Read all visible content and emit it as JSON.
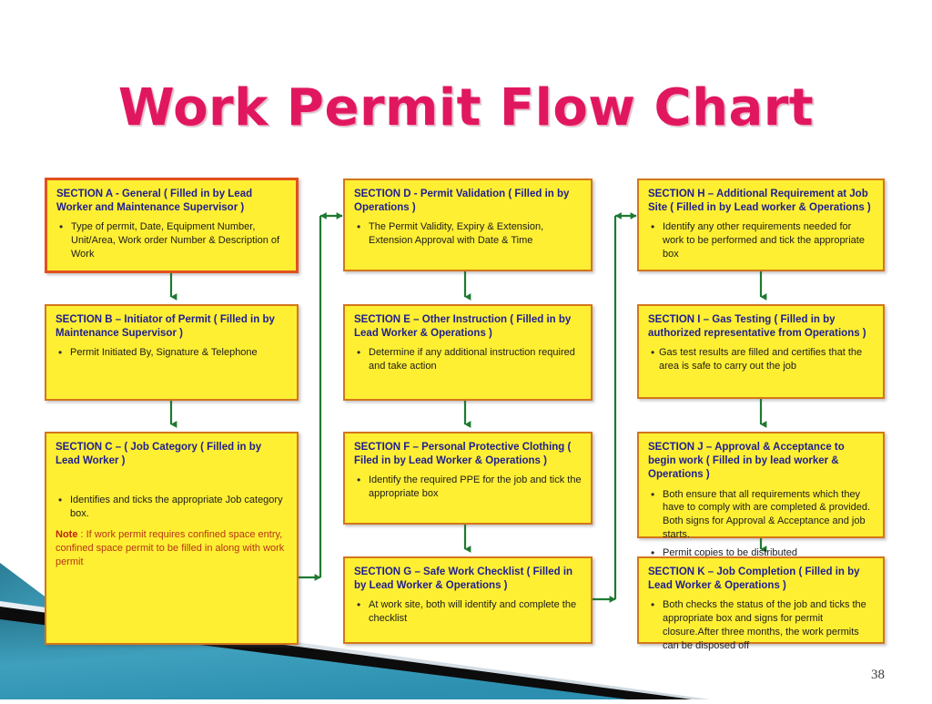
{
  "page": {
    "title": "Work Permit Flow Chart",
    "title_color": "#e0175f",
    "slide_number": "38",
    "box_fill_color": "#FFEF33",
    "box_border_color": "#D4761A",
    "heading_color": "#1F1F8F",
    "note_color": "#B5341A",
    "connector_color": "#1E7A32"
  },
  "chart_data": {
    "type": "diagram",
    "title": "Work Permit Flow Chart",
    "columns": 3,
    "nodes": [
      {
        "id": "A",
        "title": "SECTION A  -  General  ( Filled in by Lead Worker and Maintenance Supervisor )",
        "bullets": [
          "Type of permit, Date, Equipment  Number, Unit/Area, Work order Number & Description of Work"
        ],
        "note": null,
        "column": 1,
        "row": 1
      },
      {
        "id": "B",
        "title": "SECTION B – Initiator of Permit ( Filled in by Maintenance Supervisor )",
        "bullets": [
          "Permit Initiated By, Signature & Telephone"
        ],
        "note": null,
        "column": 1,
        "row": 2
      },
      {
        "id": "C",
        "title": "SECTION C – ( Job Category ( Filled in by Lead Worker )",
        "bullets": [
          "Identifies and ticks the appropriate Job category box."
        ],
        "note": {
          "label": "Note",
          "text": " : If work permit requires confined space entry, confined space permit to be filled in along with work permit"
        },
        "column": 1,
        "row": 3
      },
      {
        "id": "D",
        "title": "SECTION D  - Permit Validation ( Filled in by Operations )",
        "bullets": [
          "The Permit Validity, Expiry & Extension, Extension Approval with Date & Time"
        ],
        "note": null,
        "column": 2,
        "row": 1
      },
      {
        "id": "E",
        "title": "SECTION E – Other Instruction ( Filled in by Lead Worker & Operations )",
        "bullets": [
          "Determine if any additional instruction required and take action"
        ],
        "note": null,
        "column": 2,
        "row": 2
      },
      {
        "id": "F",
        "title": "SECTION F – Personal Protective Clothing ( Filed in by Lead Worker & Operations )",
        "bullets": [
          "Identify the required PPE for the job and tick the appropriate box"
        ],
        "note": null,
        "column": 2,
        "row": 3
      },
      {
        "id": "G",
        "title": "SECTION G – Safe Work Checklist ( Filled in by Lead Worker & Operations )",
        "bullets": [
          "At work site, both will identify and complete the checklist"
        ],
        "note": null,
        "column": 2,
        "row": 4
      },
      {
        "id": "H",
        "title": "SECTION H – Additional Requirement at Job Site ( Filled in by Lead worker & Operations )",
        "bullets": [
          "Identify any other requirements needed for work to be performed and tick the appropriate box"
        ],
        "note": null,
        "column": 3,
        "row": 1
      },
      {
        "id": "I",
        "title": "SECTION I – Gas Testing ( Filled in by authorized representative from Operations )",
        "bullets": [
          "Gas test results are filled and certifies that the area is safe to carry out the job"
        ],
        "note": null,
        "column": 3,
        "row": 2
      },
      {
        "id": "J",
        "title": "SECTION J – Approval & Acceptance to begin work ( Filled in by lead worker & Operations )",
        "bullets": [
          "Both ensure that all requirements which they have to comply with are completed & provided. Both signs for Approval & Acceptance and job starts.",
          "Permit copies to be distributed"
        ],
        "note": null,
        "column": 3,
        "row": 3
      },
      {
        "id": "K",
        "title": "SECTION K – Job Completion ( Filled in by Lead Worker & Operations )",
        "bullets": [
          "Both checks the status of the job and ticks the appropriate box and signs for permit closure.After three months, the work permits can be disposed off"
        ],
        "note": null,
        "column": 3,
        "row": 4
      }
    ],
    "edges": [
      {
        "from": "A",
        "to": "B",
        "kind": "vertical"
      },
      {
        "from": "B",
        "to": "C",
        "kind": "vertical"
      },
      {
        "from": "C",
        "to": "D",
        "kind": "right-up-right"
      },
      {
        "from": "D",
        "to": "E",
        "kind": "vertical"
      },
      {
        "from": "E",
        "to": "F",
        "kind": "vertical"
      },
      {
        "from": "F",
        "to": "G",
        "kind": "vertical"
      },
      {
        "from": "G",
        "to": "H",
        "kind": "right-up-right"
      },
      {
        "from": "H",
        "to": "I",
        "kind": "vertical"
      },
      {
        "from": "I",
        "to": "J",
        "kind": "vertical"
      },
      {
        "from": "J",
        "to": "K",
        "kind": "vertical"
      }
    ]
  },
  "boxes": {
    "a": {
      "title": "SECTION A  -  General  ( Filled in by Lead Worker and Maintenance Supervisor )",
      "b1": "Type of permit, Date, Equipment  Number, Unit/Area, Work order Number & Description of Work"
    },
    "b": {
      "title": "SECTION B – Initiator of Permit ( Filled in by Maintenance Supervisor )",
      "b1": "Permit Initiated By, Signature & Telephone"
    },
    "c": {
      "title": "SECTION C – ( Job Category ( Filled in by Lead Worker )",
      "b1": "Identifies and ticks the appropriate Job category box.",
      "note_label": "Note",
      "note_body": " : If work permit requires confined space entry, confined space permit to be filled in along with work permit"
    },
    "d": {
      "title": "SECTION D  - Permit Validation ( Filled in by Operations )",
      "b1": "The Permit Validity, Expiry & Extension, Extension Approval with Date & Time"
    },
    "e": {
      "title": "SECTION E – Other Instruction ( Filled in by Lead Worker & Operations )",
      "b1": "Determine if any additional instruction required and take action"
    },
    "f": {
      "title": "SECTION F – Personal Protective Clothing ( Filed in by Lead Worker & Operations )",
      "b1": "Identify the required PPE for the job and tick the appropriate box"
    },
    "g": {
      "title": "SECTION G – Safe Work Checklist ( Filled in by Lead Worker & Operations )",
      "b1": "At work site, both will identify and complete the checklist"
    },
    "h": {
      "title": "SECTION H – Additional Requirement at Job Site ( Filled in by Lead worker & Operations )",
      "b1": "Identify any other requirements needed for work to be performed and tick the appropriate box"
    },
    "i": {
      "title": "SECTION I – Gas Testing ( Filled in by authorized representative from Operations )",
      "b1": "Gas test results are filled and certifies that the area is safe to carry out the job"
    },
    "j": {
      "title": "SECTION J – Approval & Acceptance to begin work ( Filled in by lead worker & Operations )",
      "b1": "Both ensure that all requirements which they have to comply with are completed & provided. Both signs for Approval & Acceptance and job starts.",
      "b2": "Permit copies to be distributed"
    },
    "k": {
      "title": "SECTION K – Job Completion ( Filled in by Lead Worker & Operations )",
      "b1": "Both checks the status of the job and ticks the appropriate box and signs for permit closure.After three months, the work permits can be disposed off"
    }
  }
}
